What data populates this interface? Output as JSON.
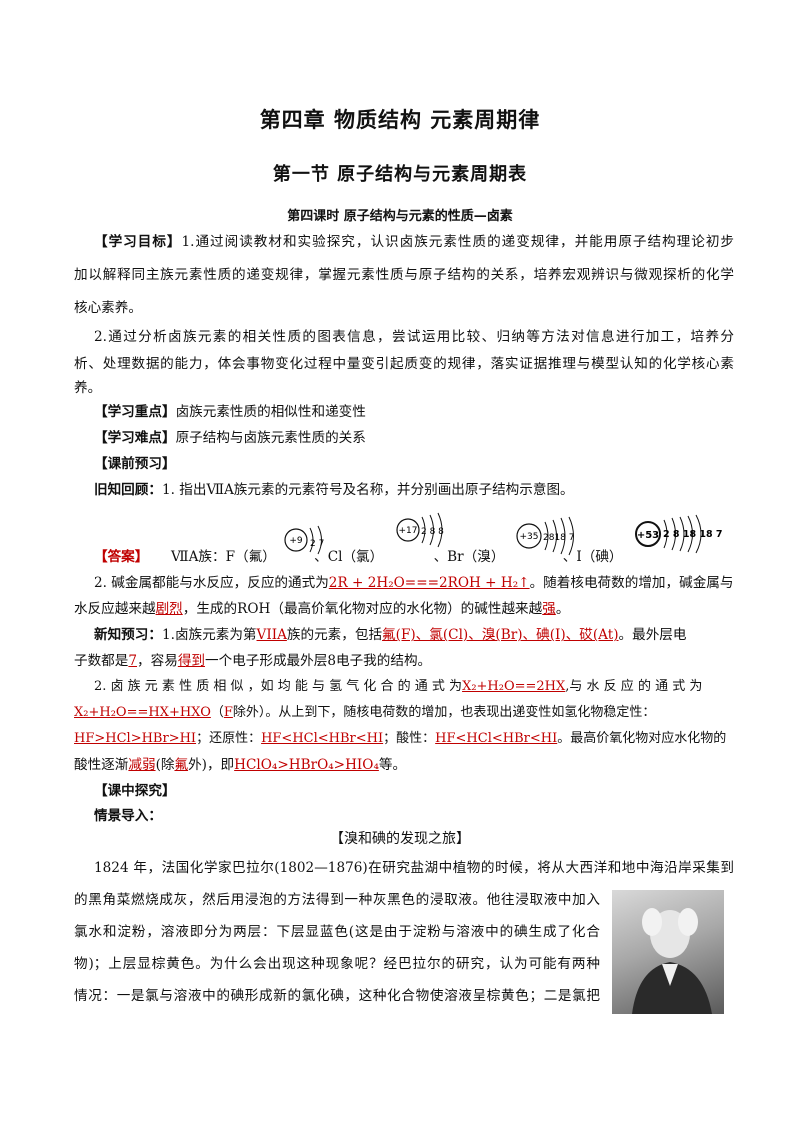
{
  "chapter_title": "第四章  物质结构  元素周期律",
  "section_title": "第一节    原子结构与元素周期表",
  "lesson_title": "第四课时    原子结构与元素的性质—卤素",
  "objectives": {
    "label": "【学习目标】",
    "p1_l1": "1.通过阅读教材和实验探究，认识卤族元素性质的递变规律，并能用原子结构理论初步",
    "p1_l2": "加以解释同主族元素性质的递变规律，掌握元素性质与原子结构的关系，培养宏观辨识与微观探析的化学",
    "p1_l3": "核心素养。",
    "p2_l1": "2.通过分析卤族元素的相关性质的图表信息，尝试运用比较、归纳等方法对信息进行加工，培养分",
    "p2_l2": "析、处理数据的能力，体会事物变化过程中量变引起质变的规律，落实证据推理与模型认知的化学核心素",
    "p2_l3": "养。"
  },
  "key_point": {
    "label": "【学习重点】",
    "text": "卤族元素性质的相似性和递变性"
  },
  "difficulty": {
    "label": "【学习难点】",
    "text": "原子结构与卤族元素性质的关系"
  },
  "preview_label": "【课前预习】",
  "review": {
    "label": "旧知回顾：",
    "q1": "1. 指出ⅦA族元素的元素符号及名称，并分别画出原子结构示意图。"
  },
  "answer_row": {
    "answer_label": "【答案】",
    "group": "ⅦA族：F（氟）",
    "cl": "、Cl（氯）",
    "br": "、Br（溴）",
    "i": "、I（碘）"
  },
  "atoms": {
    "F": {
      "nucleus": "+9",
      "shells": "2 7"
    },
    "Cl": {
      "nucleus": "+17",
      "shells": "2 8 8"
    },
    "Br": {
      "nucleus": "+35",
      "shells": "2818 7"
    },
    "I": {
      "nucleus": "+53",
      "shells": "2 8 18 18 7"
    }
  },
  "q2": {
    "t1": "2. 碱金属都能与水反应，反应的通式为",
    "a1": "2R + 2H₂O===2ROH + H₂↑",
    "t2": "。随着核电荷数的增加，碱金属与",
    "t3": "水反应越来越",
    "a2": "剧烈",
    "t4": "，生成的ROH（最高价氧化物对应的水化物）的碱性越来越",
    "a3": "强",
    "t5": "。"
  },
  "new_preview": {
    "label": "新知预习：",
    "t1": "1.卤族元素为第",
    "a1": "VIIA",
    "t2": "族的元素，包括",
    "a2": "氟(F)、氯(Cl)、溴(Br)、碘(I)、砹(At)",
    "t3": "。最外层电",
    "t4": "子数都是",
    "a3": "7",
    "t5": "，容易",
    "a4": "得到",
    "t6": "一个电子形成最外层8电子我的结构。"
  },
  "q_new2": {
    "t1": "2. 卤 族 元 素 性 质 相 似 ，如 均 能 与 氢 气 化 合 的 通 式 为",
    "a1": "X₂+H₂O==2HX",
    "t2": ",与 水 反 应 的 通 式 为",
    "a2": "X₂+H₂O==HX+HXO",
    "t3": "（",
    "a3": "F",
    "t4": "除外）。从上到下，随核电荷数的增加，也表现出递变性如氢化物稳定性：",
    "a4": "HF>HCl>HBr>HI",
    "t5": "；还原性：",
    "a5": "HF<HCl<HBr<HI",
    "t6": "；酸性：",
    "a6": "HF<HCl<HBr<HI",
    "t7": "。最高价氧化物对应水化物的",
    "t8": "酸性逐渐",
    "a7": "减弱",
    "t9": "(除",
    "a8": "氟",
    "t10": "外)，即",
    "a9": "HClO₄>HBrO₄>HIO₄",
    "t11": "等。"
  },
  "in_class_label": "【课中探究】",
  "intro_label": "情景导入：",
  "story": {
    "title": "【溴和碘的发现之旅】",
    "l1": "1824 年，法国化学家巴拉尔(1802—1876)在研究盐湖中植物的时候，将从大西洋和地中海沿岸采集到",
    "l2": "的黑角菜燃烧成灰，然后用浸泡的方法得到一种灰黑色的浸取液。他往浸取液中加入",
    "l3": "氯水和淀粉，溶液即分为两层：下层显蓝色(这是由于淀粉与溶液中的碘生成了化合",
    "l4": "物)；上层显棕黄色。为什么会出现这种现象呢？经巴拉尔的研究，认为可能有两种",
    "l5": "情况：一是氯与溶液中的碘形成新的氯化碘，这种化合物使溶液呈棕黄色；二是氯把"
  }
}
